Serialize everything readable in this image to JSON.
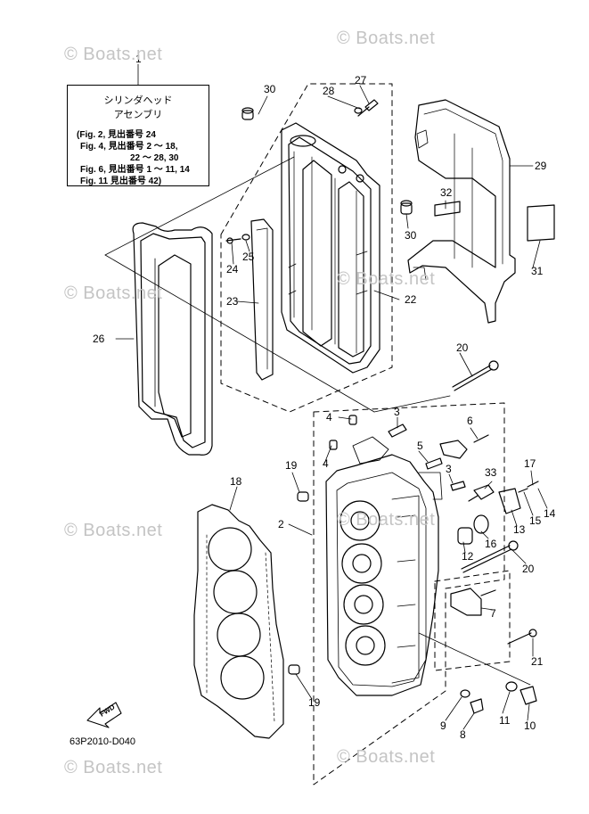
{
  "watermark": "© Boats.net",
  "note_box": {
    "title_line1": "シリンダヘッド",
    "title_line2": "アセンブリ",
    "refs": [
      "(Fig. 2, 見出番号 24",
      "Fig. 4, 見出番号 2 ～ 18,",
      "22 ～ 28, 30",
      "Fig. 6, 見出番号 1 ～ 11, 14",
      "Fig. 11  見出番号 42)"
    ]
  },
  "fwd_label": "FWD",
  "diagram_code": "63P2010-D040",
  "callouts": [
    "1",
    "30",
    "28",
    "27",
    "29",
    "32",
    "30",
    "31",
    "24",
    "25",
    "23",
    "22",
    "26",
    "20",
    "3",
    "4",
    "6",
    "5",
    "4",
    "3",
    "19",
    "33",
    "17",
    "2",
    "18",
    "15",
    "14",
    "13",
    "16",
    "12",
    "20",
    "7",
    "21",
    "19",
    "9",
    "11",
    "8",
    "10"
  ]
}
